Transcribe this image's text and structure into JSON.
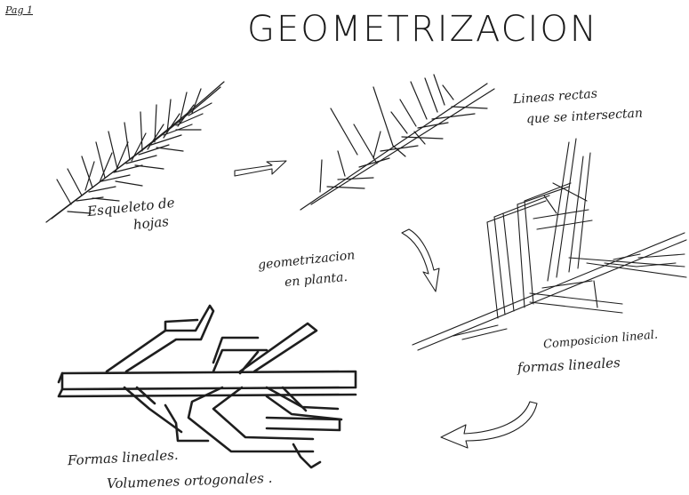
{
  "page_label": "Pag 1",
  "title": "GEOMETRIZACION",
  "sketches": {
    "leaf": {
      "label_line1": "Esqueleto de",
      "label_line2": "hojas"
    },
    "straight_lines": {
      "label_line1": "Lineas rectas",
      "label_line2": "que se intersectan"
    },
    "geometrization": {
      "label_line1": "geometrizacion",
      "label_line2": "en planta."
    },
    "composition": {
      "label_line1": "Composicion lineal.",
      "label_line2": "formas lineales"
    },
    "volumes": {
      "label_line1": "Formas lineales.",
      "label_line2": "Volumenes ortogonales ."
    }
  },
  "colors": {
    "ink": "#1e1e1e",
    "arrow_fill": "#e6e6e6",
    "paper": "#ffffff"
  }
}
